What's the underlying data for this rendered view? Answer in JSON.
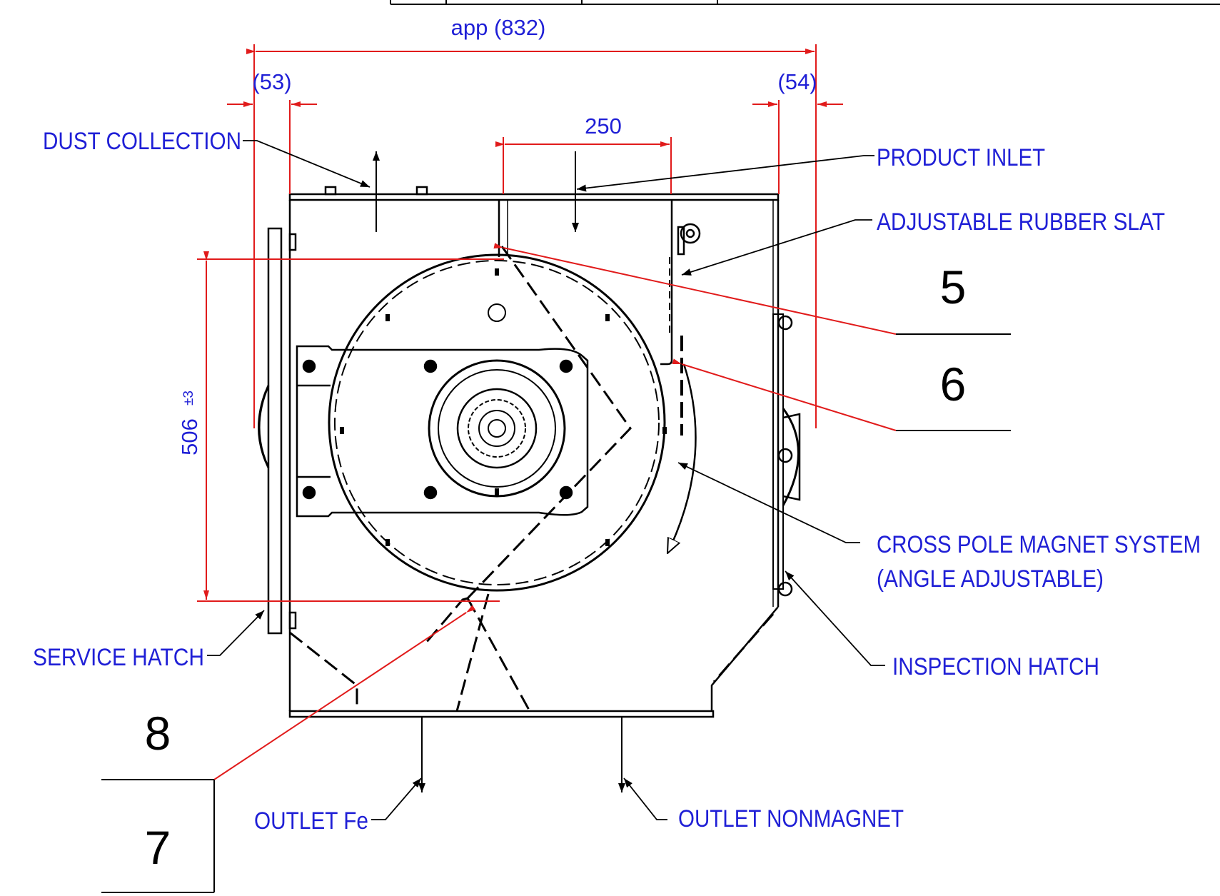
{
  "colors": {
    "label": "#1f1fd6",
    "dimension": "#e11b1b",
    "drawing": "#000000",
    "background": "#ffffff"
  },
  "dimensions": {
    "overall_width": "app (832)",
    "left_offset": "(53)",
    "right_offset": "(54)",
    "inlet_width": "250",
    "height": "506",
    "height_tolerance": "±3"
  },
  "labels": {
    "dust_collection": "DUST COLLECTION",
    "product_inlet": "PRODUCT INLET",
    "adjustable_rubber_slat": "ADJUSTABLE RUBBER SLAT",
    "cross_pole_line1": "CROSS POLE MAGNET SYSTEM",
    "cross_pole_line2": "(ANGLE ADJUSTABLE)",
    "inspection_hatch": "INSPECTION HATCH",
    "service_hatch": "SERVICE HATCH",
    "outlet_fe": "OUTLET Fe",
    "outlet_nonmagnet": "OUTLET NONMAGNET"
  },
  "callouts": {
    "c5": "5",
    "c6": "6",
    "c7": "7",
    "c8": "8"
  }
}
